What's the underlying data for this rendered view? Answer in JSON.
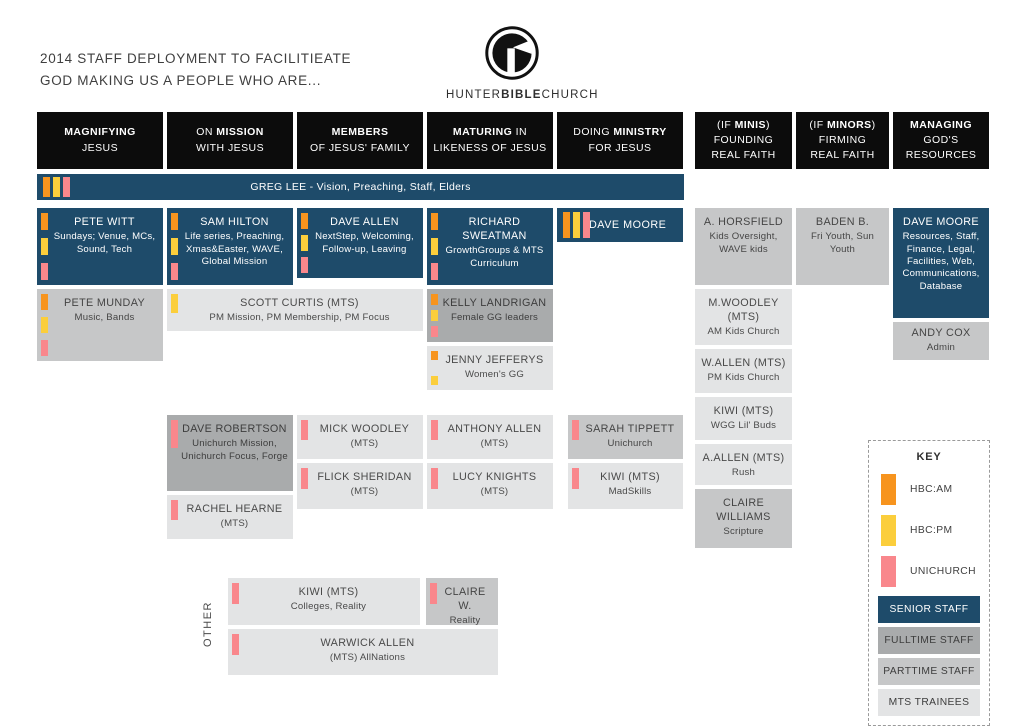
{
  "page": {
    "title_line1": "2014 STAFF DEPLOYMENT TO FACILITIEATE",
    "title_line2": "GOD MAKING US A PEOPLE WHO ARE...",
    "logo": {
      "part1": "HUNTER",
      "part2": "BIBLE",
      "part3": "CHURCH"
    }
  },
  "palette": {
    "hbc_am_orange": "#F7941E",
    "hbc_pm_yellow": "#FBCE3C",
    "unichurch_pink": "#F9878C",
    "senior_blue": "#1E4B6A",
    "fulltime_gray": "#A9ABAC",
    "parttime_gray": "#C6C7C8",
    "mts_gray": "#E3E4E5",
    "header_black": "#0C0C0C"
  },
  "headers": [
    {
      "pre": "",
      "bold": "MAGNIFYING",
      "post": "",
      "line2": "JESUS",
      "line3": ""
    },
    {
      "pre": "ON ",
      "bold": "MISSION",
      "post": "",
      "line2": "WITH JESUS",
      "line3": ""
    },
    {
      "pre": "",
      "bold": "MEMBERS",
      "post": "",
      "line2": "OF JESUS' FAMILY",
      "line3": ""
    },
    {
      "pre": "",
      "bold": "MATURING",
      "post": " IN",
      "line2": "LIKENESS OF JESUS",
      "line3": ""
    },
    {
      "pre": "DOING ",
      "bold": "MINISTRY",
      "post": "",
      "line2": "FOR JESUS",
      "line3": ""
    },
    {
      "pre": "(IF ",
      "bold": "MINIS",
      "post": ")",
      "line2": "FOUNDING",
      "line3": "REAL FAITH"
    },
    {
      "pre": "(IF ",
      "bold": "MINORS",
      "post": ")",
      "line2": "FIRMING",
      "line3": "REAL FAITH"
    },
    {
      "pre": "",
      "bold": "MANAGING",
      "post": "",
      "line2": "GOD'S",
      "line3": "RESOURCES"
    }
  ],
  "greg_bar": {
    "label": "GREG LEE - Vision, Preaching, Staff, Elders"
  },
  "boxes": {
    "pete_witt": {
      "name": "PETE WITT",
      "role": "Sundays; Venue, MCs, Sound, Tech"
    },
    "sam_hilton": {
      "name": "SAM HILTON",
      "role": "Life series, Preaching, Xmas&Easter, WAVE, Global Mission"
    },
    "dave_allen": {
      "name": "DAVE ALLEN",
      "role": "NextStep, Welcoming, Follow-up, Leaving"
    },
    "richard_sweatman": {
      "name": "RICHARD SWEATMAN",
      "role": "GrowthGroups & MTS Curriculum"
    },
    "dave_moore_ministry": {
      "name": "DAVE MOORE",
      "role": ""
    },
    "pete_munday": {
      "name": "PETE MUNDAY",
      "role": "Music, Bands"
    },
    "scott_curtis": {
      "name": "SCOTT CURTIS (MTS)",
      "role": "PM Mission, PM Membership, PM Focus"
    },
    "kelly_landrigan": {
      "name": "KELLY LANDRIGAN",
      "role": "Female GG leaders"
    },
    "jenny_jefferys": {
      "name": "JENNY JEFFERYS",
      "role": "Women's GG"
    },
    "dave_robertson": {
      "name": "DAVE ROBERTSON",
      "role": "Unichurch Mission, Unichurch Focus, Forge"
    },
    "rachel_hearne": {
      "name": "RACHEL HEARNE",
      "role": "(MTS)"
    },
    "mick_woodley": {
      "name": "MICK WOODLEY",
      "role": "(MTS)"
    },
    "flick_sheridan": {
      "name": "FLICK SHERIDAN",
      "role": "(MTS)"
    },
    "anthony_allen": {
      "name": "ANTHONY ALLEN",
      "role": "(MTS)"
    },
    "lucy_knights": {
      "name": "LUCY KNIGHTS",
      "role": "(MTS)"
    },
    "sarah_tippett": {
      "name": "SARAH TIPPETT",
      "role": "Unichurch"
    },
    "kiwi_madskills": {
      "name": "KIWI (MTS)",
      "role": "MadSkills"
    },
    "kiwi_colleges": {
      "name": "KIWI (MTS)",
      "role": "Colleges, Reality"
    },
    "claire_w": {
      "name": "CLAIRE W.",
      "role": "Reality"
    },
    "warwick_allen": {
      "name": "WARWICK ALLEN",
      "role": "(MTS) AllNations"
    },
    "a_horsfield": {
      "name": "A. HORSFIELD",
      "role": "Kids Oversight, WAVE kids"
    },
    "m_woodley": {
      "name": "M.WOODLEY (MTS)",
      "role": "AM Kids Church"
    },
    "w_allen": {
      "name": "W.ALLEN (MTS)",
      "role": "PM Kids Church"
    },
    "kiwi_wgg": {
      "name": "KIWI (MTS)",
      "role": "WGG Lil' Buds"
    },
    "a_allen": {
      "name": "A.ALLEN (MTS)",
      "role": "Rush"
    },
    "claire_williams": {
      "name": "CLAIRE WILLIAMS",
      "role": "Scripture"
    },
    "baden_b": {
      "name": "BADEN B.",
      "role": "Fri Youth, Sun Youth"
    },
    "dave_moore_resources": {
      "name": "DAVE MOORE",
      "role": "Resources, Staff, Finance, Legal, Facilities, Web, Communications, Database"
    },
    "andy_cox": {
      "name": "ANDY COX",
      "role": "Admin"
    }
  },
  "other_label": "OTHER",
  "key": {
    "title": "KEY",
    "swatches": [
      {
        "label": "HBC:AM",
        "color": "#F7941E"
      },
      {
        "label": "HBC:PM",
        "color": "#FBCE3C"
      },
      {
        "label": "UNICHURCH",
        "color": "#F9878C"
      }
    ],
    "bars": [
      {
        "label": "SENIOR STAFF",
        "color": "#1E4B6A"
      },
      {
        "label": "FULLTIME STAFF",
        "color": "#A9ABAC"
      },
      {
        "label": "PARTTIME STAFF",
        "color": "#C6C7C8"
      },
      {
        "label": "MTS TRAINEES",
        "color": "#E3E4E5"
      }
    ]
  }
}
